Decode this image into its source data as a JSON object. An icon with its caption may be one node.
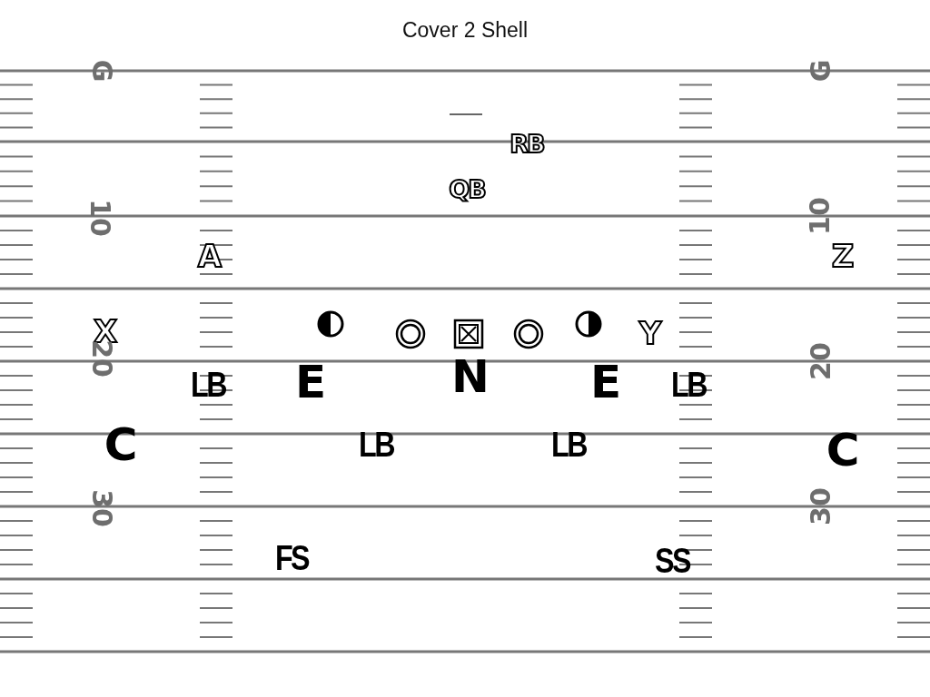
{
  "diagram": {
    "title": "Cover 2 Shell",
    "labels": [
      "G",
      "G",
      "RB",
      "QB",
      "10",
      "10",
      "A",
      "Z",
      "X",
      "Y",
      "20",
      "20",
      "LB",
      "E",
      "N",
      "E",
      "LB",
      "C",
      "LB",
      "LB",
      "C",
      "30",
      "30",
      "FS",
      "SS"
    ]
  }
}
